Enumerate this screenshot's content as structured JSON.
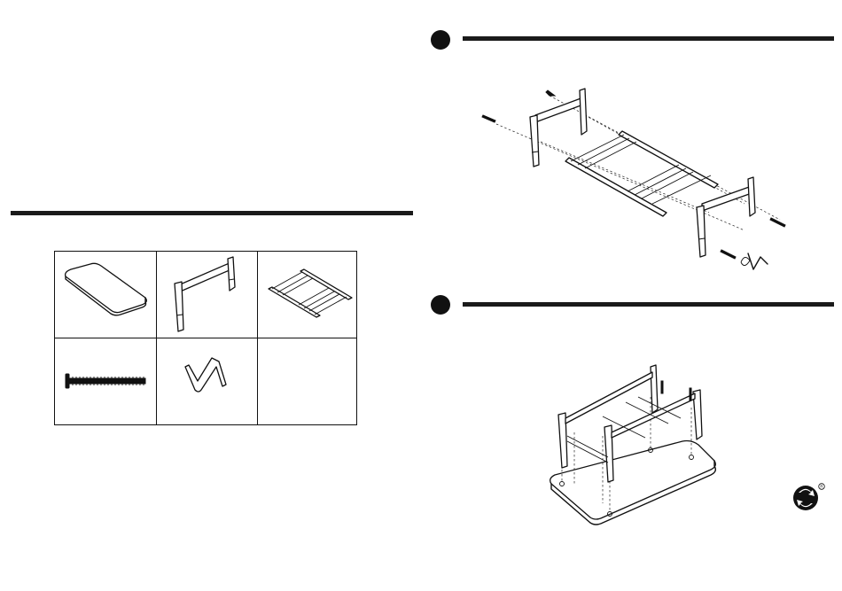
{
  "sections": {
    "parts_list": {
      "heading_rule": true
    },
    "step_1": {
      "marker": "filled-circle"
    },
    "step_2": {
      "marker": "filled-circle"
    }
  },
  "parts": [
    {
      "item": "table-top-panel"
    },
    {
      "item": "leg-frame"
    },
    {
      "item": "slatted-shelf-frame"
    },
    {
      "item": "bolt"
    },
    {
      "item": "allen-key"
    },
    {
      "item": "empty"
    }
  ],
  "icons": [
    "recycle-icon",
    "registered-mark-icon"
  ],
  "colors": {
    "ink": "#111111",
    "background": "#ffffff"
  }
}
